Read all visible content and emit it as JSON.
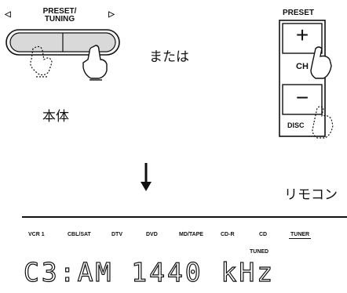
{
  "main_unit": {
    "label_top": "PRESET/",
    "label_bottom": "TUNING",
    "caption": "本体"
  },
  "connector": "または",
  "remote": {
    "label_top": "PRESET",
    "plus": "+",
    "ch": "CH",
    "minus": "−",
    "label_bottom": "DISC",
    "caption": "リモコン"
  },
  "display": {
    "inputs": [
      "VCR 1",
      "CBL/SAT",
      "DTV",
      "DVD",
      "MD/TAPE",
      "CD-R",
      "CD",
      "TUNER"
    ],
    "selected_input": "TUNER",
    "indicator": "TUNED",
    "readout": "C3:AM 1440 kHz"
  }
}
